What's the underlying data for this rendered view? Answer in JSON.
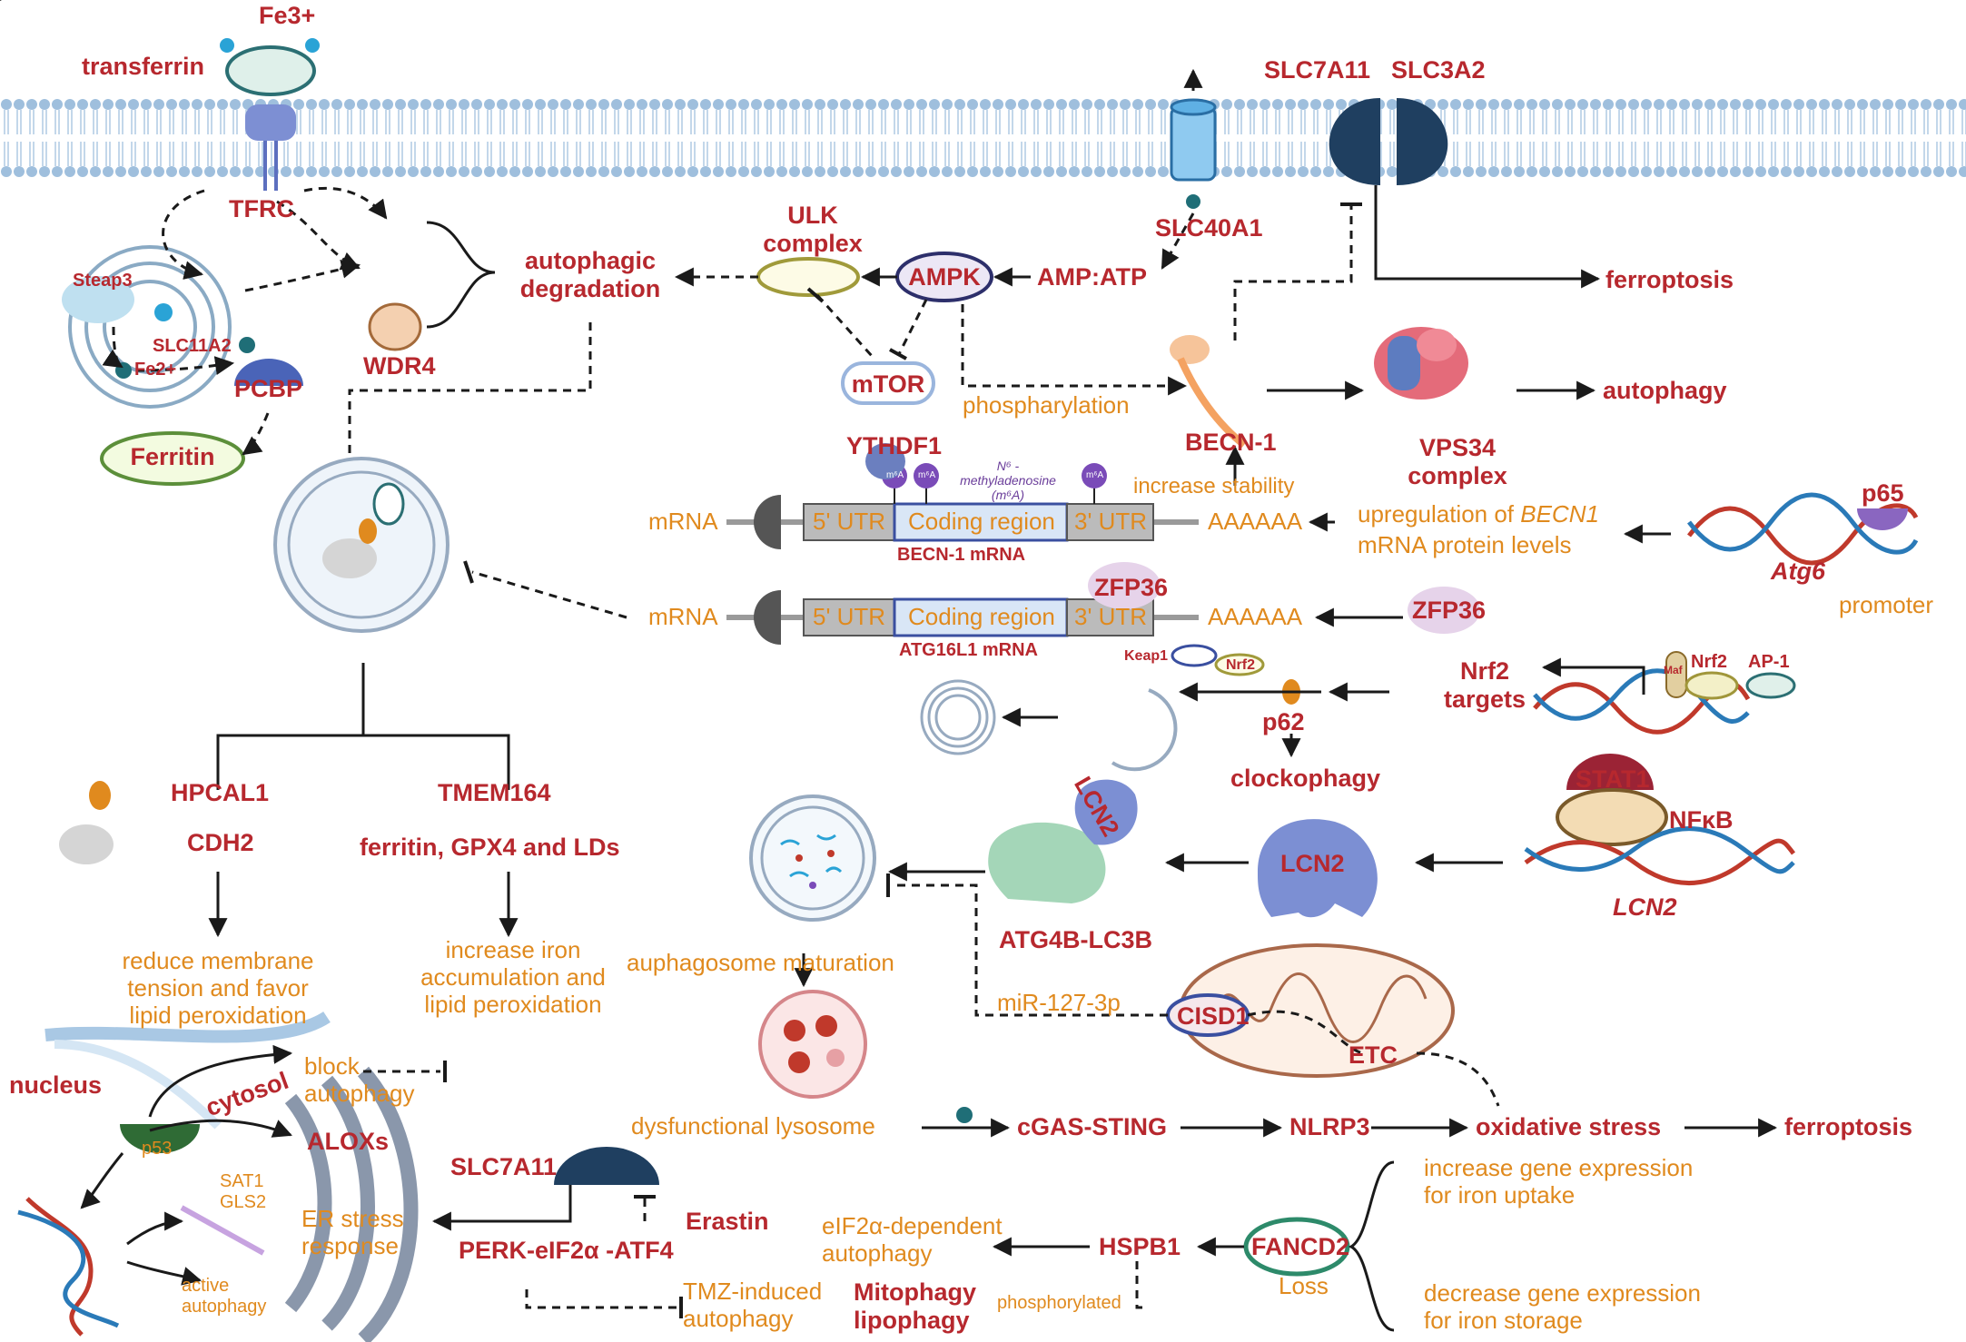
{
  "membrane": {
    "fe3": "Fe3+",
    "transferrin": "transferrin",
    "tfrc": "TFRC",
    "slc7a11_top": "SLC7A11",
    "slc3a2": "SLC3A2",
    "slc40a1": "SLC40A1",
    "amp_atp": "AMP:ATP",
    "ferroptosis_top": "ferroptosis"
  },
  "iron": {
    "steap3": "Steap3",
    "slc11a2": "SLC11A2",
    "fe2": "Fe2+",
    "pcbp": "PCBP",
    "ferritin": "Ferritin",
    "wdr4": "WDR4",
    "autophagic_degradation": "autophagic\ndegradation"
  },
  "signaling": {
    "ulk": "ULK\ncomplex",
    "ampk": "AMPK",
    "mtor": "mTOR",
    "phospho": "phospharylation",
    "becn1": "BECN-1",
    "vps34": "VPS34\ncomplex",
    "autophagy": "autophagy",
    "increase_stability": "increase stability"
  },
  "mrna": {
    "ythdf1": "YTHDF1",
    "m6a_title": "N⁶ -\nmethyladenosine\n(m⁶A)",
    "m6a": "m⁶A",
    "mrna_label": "mRNA",
    "utr5": "5' UTR",
    "coding": "Coding region",
    "utr3": "3' UTR",
    "polya": "AAAAAA",
    "becn1_mrna": "BECN-1 mRNA",
    "atg16l1_mrna": "ATG16L1 mRNA",
    "upreg_prefix": "upregulation of ",
    "upreg_gene": "BECN1",
    "upreg_rest": "mRNA protein levels",
    "p65": "p65",
    "atg6": "Atg6",
    "promoter": "promoter",
    "zfp36": "ZFP36"
  },
  "nrf2": {
    "keap1": "Keap1",
    "nrf2": "Nrf2",
    "p62": "p62",
    "clockophagy": "clockophagy",
    "nrf2_targets": "Nrf2\ntargets",
    "maf": "Maf",
    "ap1": "AP-1"
  },
  "left_lower": {
    "hpcal1": "HPCAL1",
    "cdh2": "CDH2",
    "tmem164": "TMEM164",
    "ferritin_gpx4": "ferritin, GPX4 and LDs",
    "reduce_membrane": "reduce membrane\ntension and favor\nlipid peroxidation",
    "increase_iron": "increase iron\naccumulation and\nlipid peroxidation",
    "nucleus": "nucleus",
    "p53": "p53",
    "cytosol": "cytosol",
    "block_autophagy": "block\nautophagy",
    "aloxs": "ALOXs",
    "sat1": "SAT1\nGLS2",
    "er_stress": "ER stress\nresponse",
    "active_autophagy": "active\nautophagy",
    "slc7a11": "SLC7A11",
    "erastin": "Erastin",
    "perk": "PERK-eIF2α -ATF4",
    "tmz": "TMZ-induced\nautophagy"
  },
  "lcn2": {
    "stat1": "STAT1",
    "nfkb": "NFκB",
    "lcn2": "LCN2",
    "lcn2_gene": "LCN2",
    "atg4b": "ATG4B-LC3B",
    "auphagosome": "auphagosome maturation",
    "mir": "miR-127-3p",
    "cisd1": "CISD1",
    "etc": "ETC"
  },
  "bottom": {
    "dysfunctional": "dysfunctional lysosome",
    "cgas": "cGAS-STING",
    "nlrp3": "NLRP3",
    "oxidative": "oxidative stress",
    "ferroptosis": "ferroptosis",
    "eif2a": "eIF2α-dependent\nautophagy",
    "hspb1": "HSPB1",
    "fancd2": "FANCD2",
    "loss": "Loss",
    "phosphorylated": "phosphorylated",
    "mitophagy": "Mitophagy\nlipophagy",
    "increase_gene": "increase gene expression\nfor iron uptake",
    "decrease_gene": "decrease gene expression\nfor iron storage"
  },
  "colors": {
    "red_label": "#b7282e",
    "orange_label": "#e08a1e",
    "membrane": "#a9c8e4",
    "navy": "#1f3f60"
  }
}
